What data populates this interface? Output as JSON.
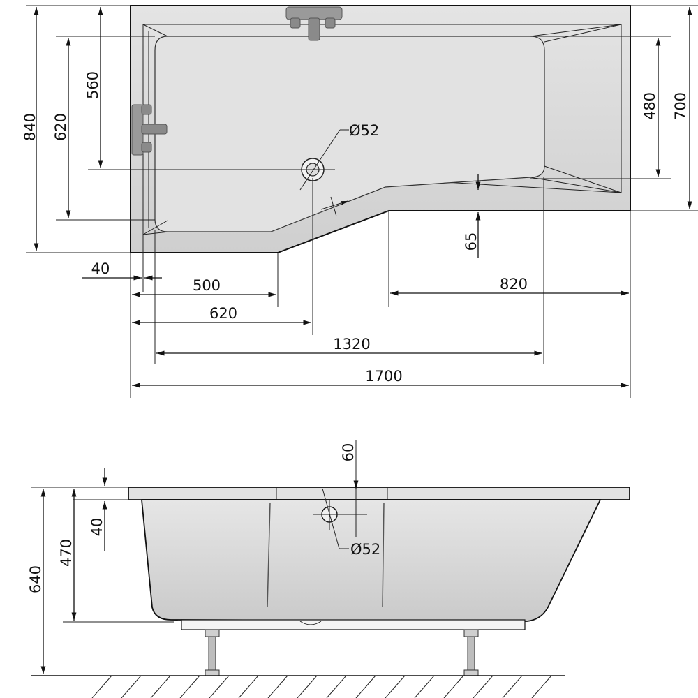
{
  "top_view": {
    "dimensions": {
      "total_length": "1700",
      "inner_length": "1320",
      "left_wide_part": "500",
      "drain_offset": "620",
      "right_narrow_part": "820",
      "rim_offset": "40",
      "total_width": "840",
      "inner_width_left": "620",
      "drain_to_back": "560",
      "right_width": "700",
      "inner_width_right": "480",
      "step": "65",
      "drain_diameter": "Ø52"
    }
  },
  "side_view": {
    "dimensions": {
      "total_height": "640",
      "tub_depth": "470",
      "rim_thickness": "40",
      "overflow_from_rim": "60",
      "overflow_diameter": "Ø52"
    }
  },
  "colors": {
    "tub_fill": "#dcdcdc",
    "line": "#111111",
    "fixture": "#9a9a9a"
  }
}
